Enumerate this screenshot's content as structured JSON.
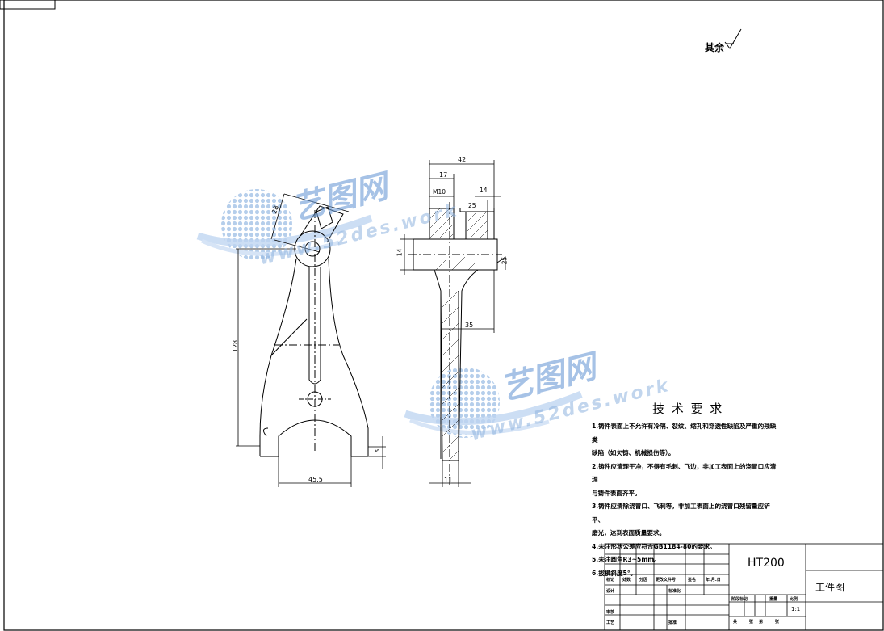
{
  "surface_mark": "其余",
  "material": "HT200",
  "drawing_name": "工件图",
  "scale": "1:1",
  "watermark": {
    "cn": "艺图网",
    "url": "www.52des.work"
  },
  "tech_requirements": {
    "title": "技 术 要 求",
    "items": [
      "1.铸件表面上不允许有冷隔、裂纹、缩孔和穿透性缺陷及严重的残缺类",
      "缺陷（如欠铸、机械损伤等）。",
      "2.铸件应清理干净，不得有毛刺、飞边，非加工表面上的浇冒口应清理",
      "与铸件表面齐平。",
      "3.铸件应清除浇冒口、飞刺等，非加工表面上的浇冒口残留量应铲平、",
      "磨光，达到表面质量要求。",
      "4.未注形状公差应符合GB1184-80的要求。",
      "5.未注圆角R3~5mm。",
      "6.拔模斜度5°。"
    ]
  },
  "dimensions": {
    "front": {
      "top_width": "42",
      "left_width": "17",
      "thread": "M10",
      "slot": "14",
      "angle": "25",
      "bore": "14",
      "mid_width": "35",
      "bottom_width": "11",
      "roughness": "25"
    },
    "side": {
      "boss": "28",
      "length": "128",
      "bottom_width": "45.5",
      "step": "5"
    }
  },
  "title_block": {
    "cells": [
      "标记",
      "处数",
      "分区",
      "更改文件号",
      "签名",
      "年.月.日",
      "设计",
      "标准化",
      "阶段标记",
      "重量",
      "比例",
      "审核",
      "工艺",
      "批准",
      "共",
      "张",
      "第",
      "张"
    ]
  }
}
